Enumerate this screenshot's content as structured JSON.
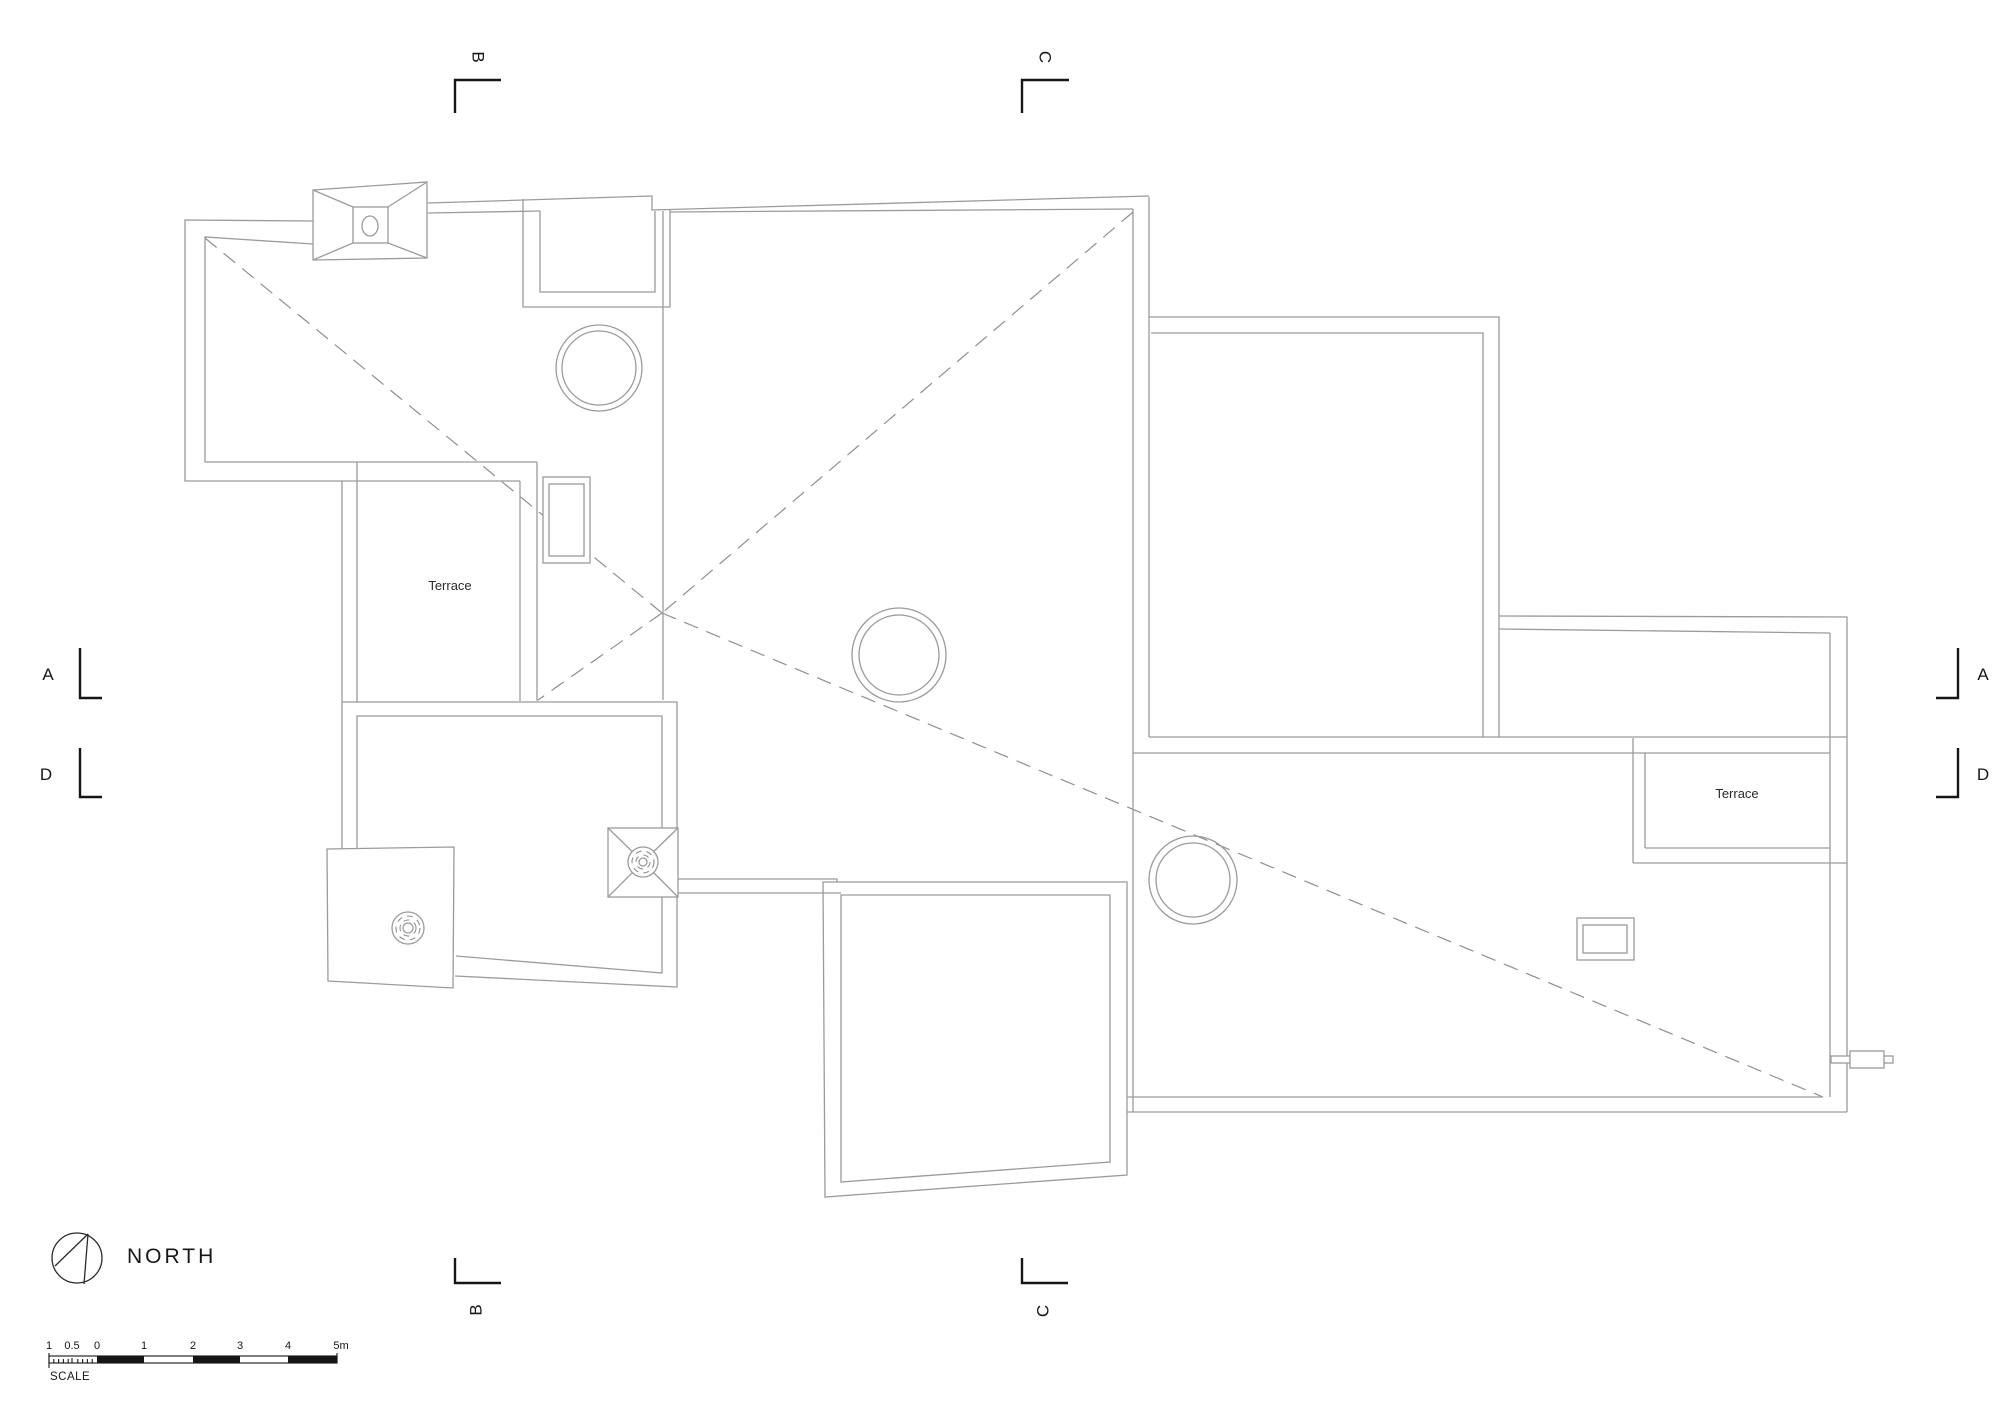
{
  "drawing": {
    "type_label": "roof-plan",
    "markers": {
      "b_top": "B",
      "c_top": "C",
      "a_left": "A",
      "d_left": "D",
      "a_right": "A",
      "d_right": "D",
      "b_bottom": "B",
      "c_bottom": "C"
    },
    "labels": {
      "terrace_left": "Terrace",
      "terrace_right": "Terrace",
      "north": "NORTH",
      "scale": "SCALE"
    },
    "scale_bar": {
      "labels": [
        "1",
        "0.5",
        "0",
        "1",
        "2",
        "3",
        "4",
        "5m"
      ]
    },
    "colors": {
      "background": "#ffffff",
      "roof_line": "#9b9b9b",
      "annotation": "#161616"
    }
  }
}
